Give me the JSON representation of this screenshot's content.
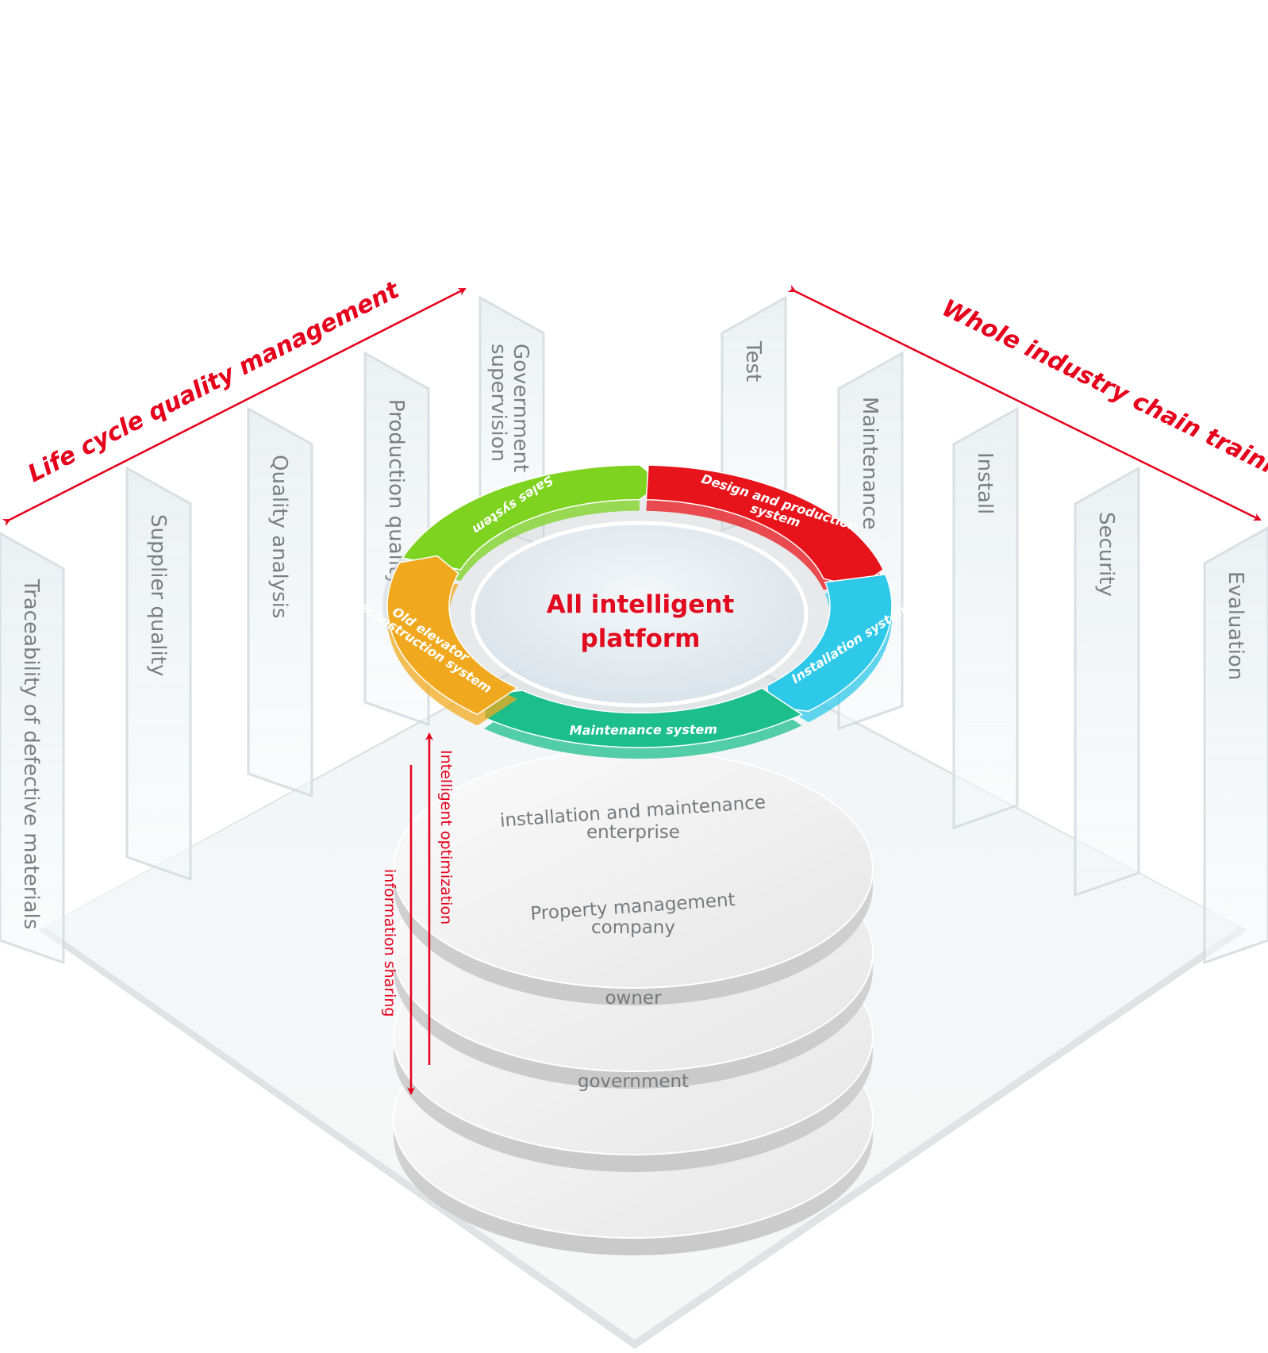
{
  "left_axis": {
    "title": "Life cycle quality management",
    "color": "#e5001c",
    "panels": [
      {
        "label": "Traceability of defective materials"
      },
      {
        "label": "Supplier quality"
      },
      {
        "label": "Quality analysis"
      },
      {
        "label": "Production quality"
      },
      {
        "label": "Government supervision",
        "lines": [
          "Government",
          "supervision"
        ]
      }
    ]
  },
  "right_axis": {
    "title": "Whole industry chain training",
    "color": "#e5001c",
    "panels": [
      {
        "label": "Test"
      },
      {
        "label": "Maintenance"
      },
      {
        "label": "Install"
      },
      {
        "label": "Security"
      },
      {
        "label": "Evaluation"
      }
    ]
  },
  "platform": {
    "center_lines": [
      "All intelligent",
      "platform"
    ],
    "segments": [
      {
        "label": "Sales system",
        "color": "#7ed321"
      },
      {
        "label_lines": [
          "Design and production",
          "system"
        ],
        "color": "#e8141b"
      },
      {
        "label": "Installation system",
        "color": "#2ec8e8"
      },
      {
        "label": "Maintenance system",
        "color": "#1cbf8a"
      },
      {
        "label_lines": [
          "Old elevator",
          "reconstruction system"
        ],
        "color": "#f0a91e"
      }
    ]
  },
  "tiers": [
    {
      "lines": [
        "installation and maintenance",
        "enterprise"
      ]
    },
    {
      "lines": [
        "Property management",
        "company"
      ]
    },
    {
      "lines": [
        "owner"
      ]
    },
    {
      "lines": [
        "government"
      ]
    }
  ],
  "flows": {
    "up_label": "Intelligent optimization",
    "down_label": "information sharing",
    "color": "#e5001c"
  }
}
